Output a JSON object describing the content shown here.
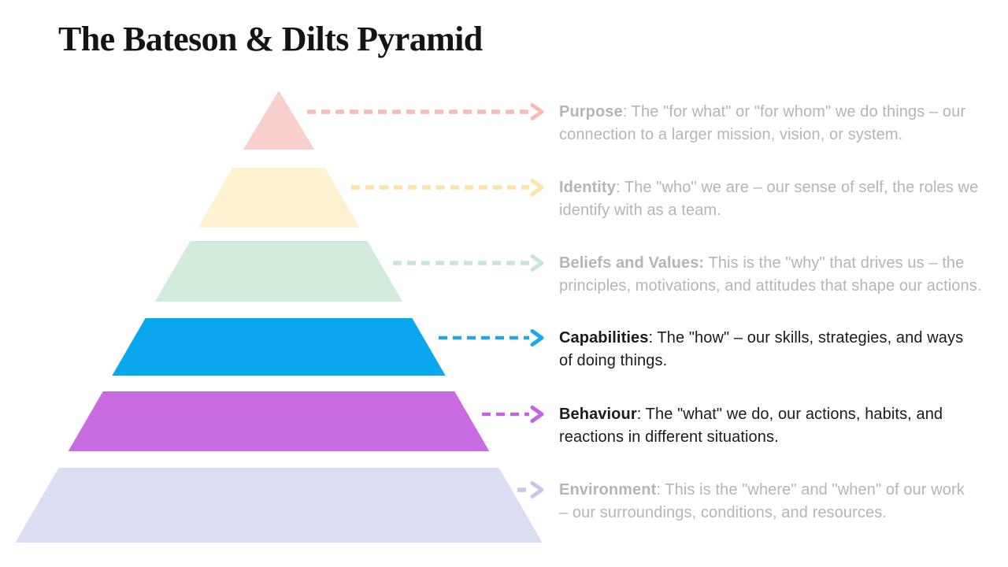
{
  "title": "The Bateson & Dilts Pyramid",
  "levels": [
    {
      "name": "Purpose",
      "state": "faded",
      "fill": "#f9cfcc",
      "arrow": "#f5bcb8",
      "term": "Purpose",
      "rest": ": The \"for what\" or \"for whom\" we do things – our",
      "line2": "connection to a larger mission, vision, or system."
    },
    {
      "name": "Identity",
      "state": "faded",
      "fill": "#fdf2d0",
      "arrow": "#fbe4a9",
      "term": "Identity",
      "rest": ": The \"who\" we are – our sense of self, the roles we",
      "line2": "identify with as a team."
    },
    {
      "name": "Beliefs and Values",
      "state": "faded",
      "fill": "#d2ebdb",
      "arrow": "#c8e6d5",
      "term": "Beliefs and Values:",
      "rest": " This is the \"why\" that drives us – the",
      "line2": "principles, motivations, and attitudes that shape our actions."
    },
    {
      "name": "Capabilities",
      "state": "active",
      "fill": "#0aa7ef",
      "arrow": "#1da9e8",
      "term": "Capabilities",
      "rest": ": The \"how\" – our skills, strategies, and ways",
      "line2": "of doing things."
    },
    {
      "name": "Behaviour",
      "state": "active",
      "fill": "#c96ce2",
      "arrow": "#c763e2",
      "term": "Behaviour",
      "rest": ": The \"what\" we do, our actions, habits, and",
      "line2": "reactions in different situations."
    },
    {
      "name": "Environment",
      "state": "faded",
      "fill": "#dbddf2",
      "arrow": "#c5c9e8",
      "term": "Environment",
      "rest": ": This is the \"where\" and \"when\" of our work",
      "line2": "– our surroundings, conditions, and resources."
    }
  ]
}
